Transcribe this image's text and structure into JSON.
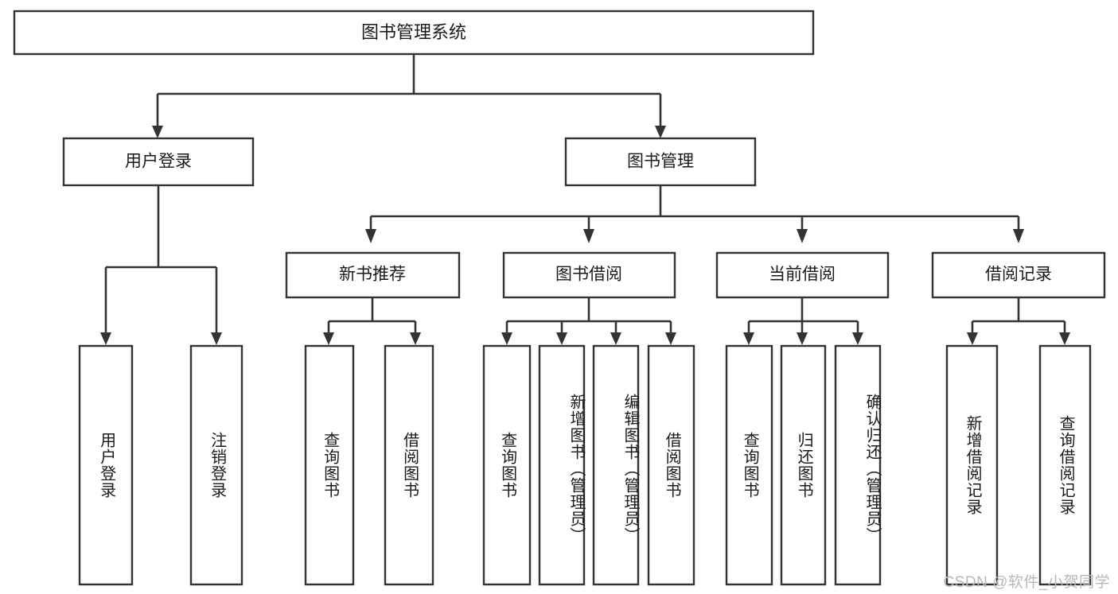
{
  "diagram": {
    "type": "hierarchy-tree",
    "title": "图书管理系统",
    "levels": 4,
    "root": {
      "label": "图书管理系统",
      "id": "root"
    },
    "level2": [
      {
        "id": "user-login",
        "label": "用户登录"
      },
      {
        "id": "book-management",
        "label": "图书管理"
      }
    ],
    "level3": [
      {
        "id": "new-book-recommend",
        "label": "新书推荐",
        "parent": "book-management"
      },
      {
        "id": "book-borrow",
        "label": "图书借阅",
        "parent": "book-management"
      },
      {
        "id": "current-borrow",
        "label": "当前借阅",
        "parent": "book-management"
      },
      {
        "id": "borrow-record",
        "label": "借阅记录",
        "parent": "book-management"
      }
    ],
    "leaves": [
      {
        "id": "leaf-user-login",
        "label": "用户登录",
        "parent": "user-login"
      },
      {
        "id": "leaf-logout",
        "label": "注销登录",
        "parent": "user-login"
      },
      {
        "id": "leaf-query-book-1",
        "label": "查询图书",
        "parent": "new-book-recommend"
      },
      {
        "id": "leaf-borrow-book-1",
        "label": "借阅图书",
        "parent": "new-book-recommend"
      },
      {
        "id": "leaf-query-book-2",
        "label": "查询图书",
        "parent": "book-borrow"
      },
      {
        "id": "leaf-add-book",
        "label": "新增图书（管理员）",
        "parent": "book-borrow"
      },
      {
        "id": "leaf-edit-book",
        "label": "编辑图书（管理员）",
        "parent": "book-borrow"
      },
      {
        "id": "leaf-borrow-book-2",
        "label": "借阅图书",
        "parent": "book-borrow"
      },
      {
        "id": "leaf-query-book-3",
        "label": "查询图书",
        "parent": "current-borrow"
      },
      {
        "id": "leaf-return-book",
        "label": "归还图书",
        "parent": "current-borrow"
      },
      {
        "id": "leaf-confirm-return",
        "label": "确认归还（管理员）",
        "parent": "current-borrow"
      },
      {
        "id": "leaf-add-record",
        "label": "新增借阅记录",
        "parent": "borrow-record"
      },
      {
        "id": "leaf-query-record",
        "label": "查询借阅记录",
        "parent": "borrow-record"
      }
    ],
    "watermark": "CSDN @软件_小贺同学",
    "colors": {
      "stroke": "#333333",
      "box_fill": "#ffffff",
      "text": "#1a1a1a",
      "background": "#ffffff",
      "watermark": "#b8b8b8"
    }
  }
}
